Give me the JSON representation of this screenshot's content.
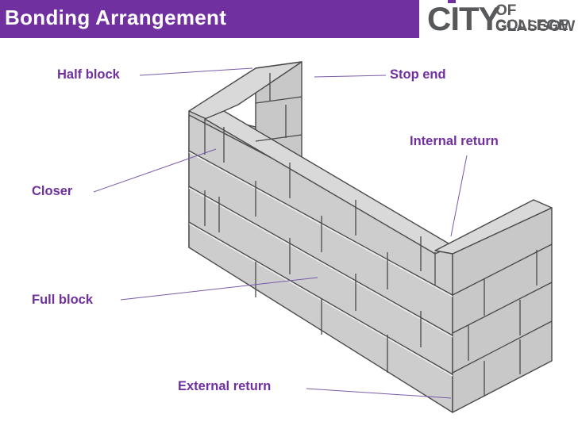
{
  "header": {
    "title": "Bonding Arrangement",
    "bar_color": "#7030A0",
    "title_color": "#ffffff"
  },
  "logo": {
    "word": "CITY",
    "line1": "OF GLASGOW",
    "line2": "COLLEGE",
    "text_color": "#58595b",
    "accent_color": "#7030A0"
  },
  "labels": {
    "half_block": "Half block",
    "stop_end": "Stop end",
    "internal_return": "Internal return",
    "closer": "Closer",
    "full_block": "Full block",
    "external_return": "External return"
  },
  "colors": {
    "label_text": "#7030A0",
    "leader_line": "#7a5aa8"
  }
}
